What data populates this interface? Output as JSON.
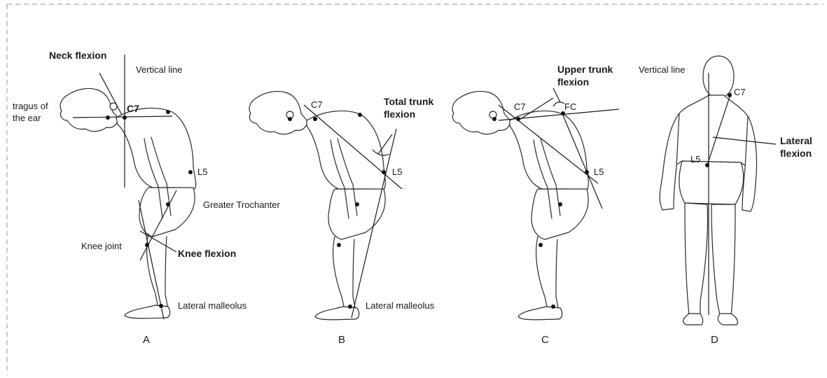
{
  "panels": [
    {
      "id": "A",
      "letter": "A",
      "labels": {
        "neck_flexion": "Neck flexion",
        "vertical_line": "Vertical line",
        "tragus_line1": "tragus of",
        "tragus_line2": "the ear",
        "c7": "C7",
        "l5": "L5",
        "greater_trochanter": "Greater Trochanter",
        "knee_joint": "Knee joint",
        "knee_flexion": "Knee flexion",
        "lateral_malleolus": "Lateral malleolus"
      }
    },
    {
      "id": "B",
      "letter": "B",
      "labels": {
        "c7": "C7",
        "total_trunk_line1": "Total trunk",
        "total_trunk_line2": "flexion",
        "l5": "L5",
        "lateral_malleolus": "Lateral malleolus"
      }
    },
    {
      "id": "C",
      "letter": "C",
      "labels": {
        "upper_trunk_line1": "Upper trunk",
        "upper_trunk_line2": "flexion",
        "c7": "C7",
        "fc": "FC",
        "l5": "L5"
      }
    },
    {
      "id": "D",
      "letter": "D",
      "labels": {
        "vertical_line": "Vertical line",
        "c7": "C7",
        "lateral_line1": "Lateral",
        "lateral_line2": "flexion",
        "l5": "L5"
      }
    }
  ],
  "colors": {
    "ink": "#1a1a1a",
    "frame": "#a8a8a8"
  }
}
